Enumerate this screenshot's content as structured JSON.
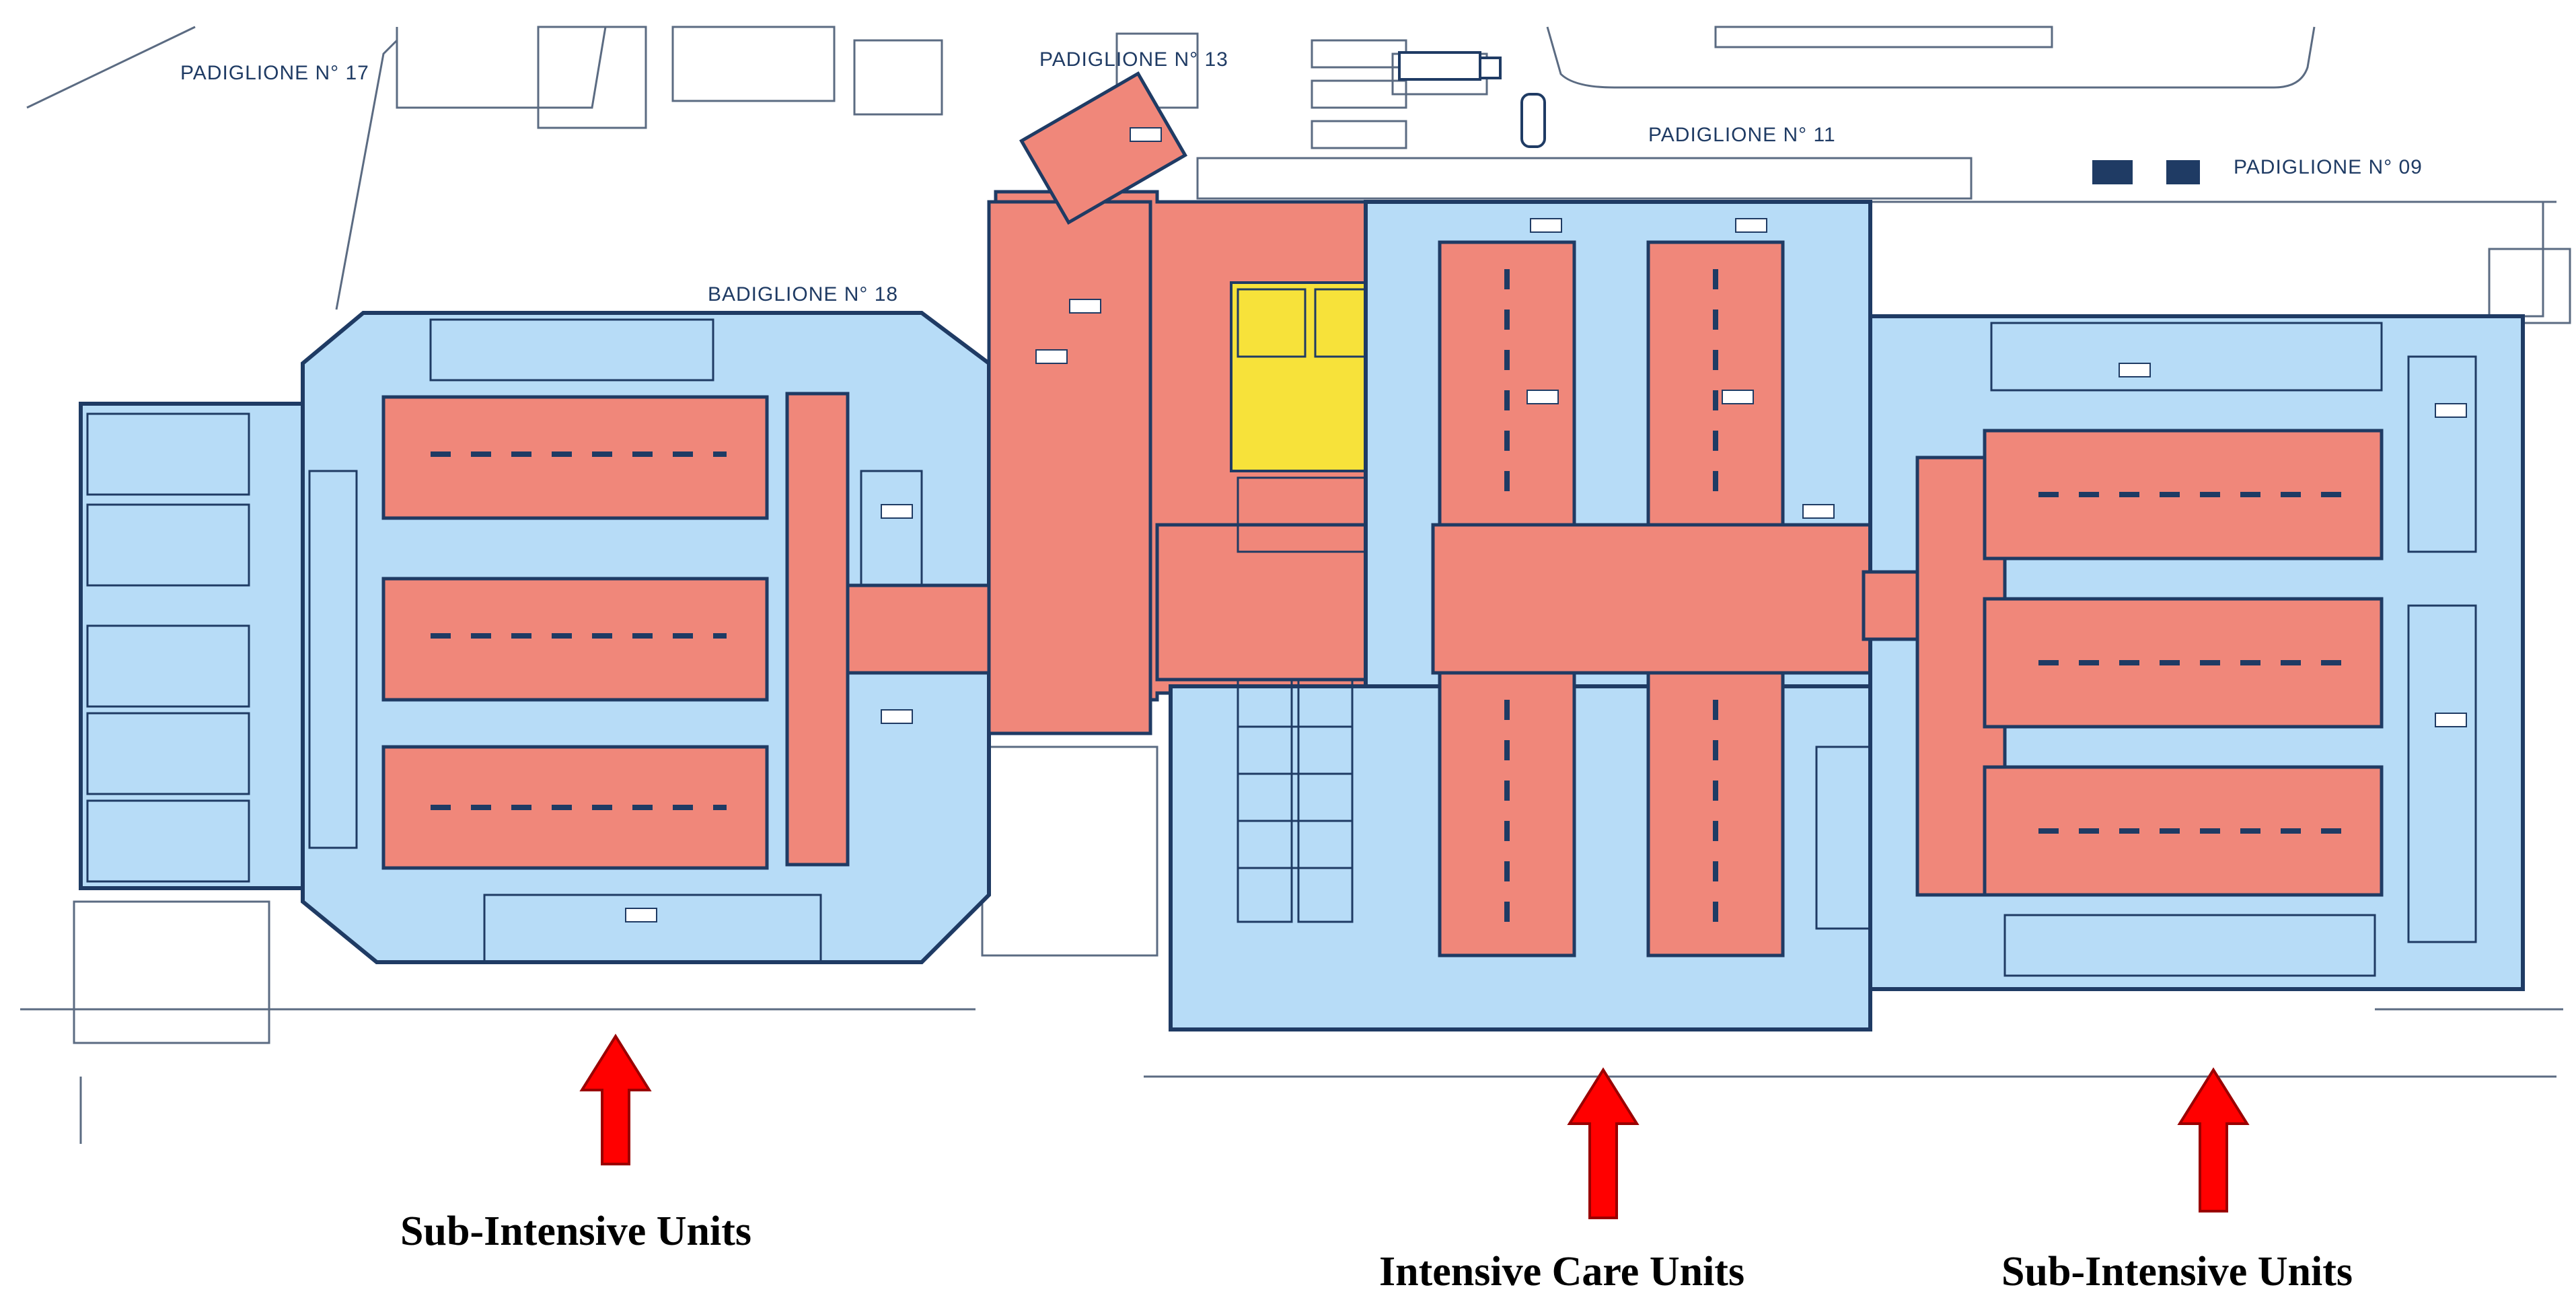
{
  "pavilions": [
    {
      "id": "p17",
      "label": "PADIGLIONE N° 17"
    },
    {
      "id": "p13",
      "label": "PADIGLIONE N° 13"
    },
    {
      "id": "p11",
      "label": "PADIGLIONE N° 11"
    },
    {
      "id": "p09",
      "label": "PADIGLIONE N° 09"
    },
    {
      "id": "p18",
      "label": "BADIGLIONE N° 18"
    }
  ],
  "units": {
    "left": "Sub-Intensive Units",
    "center": "Intensive Care Units",
    "right": "Sub-Intensive Units"
  },
  "colors": {
    "sub_intensive_area": "#b7dcf7",
    "patient_rooms": "#f0877a",
    "support_area": "#f7e23a",
    "arrow": "#ff0000",
    "walls": "#1f3b64"
  },
  "icons": [
    "red-arrow-icon",
    "car-icon",
    "truck-icon"
  ]
}
